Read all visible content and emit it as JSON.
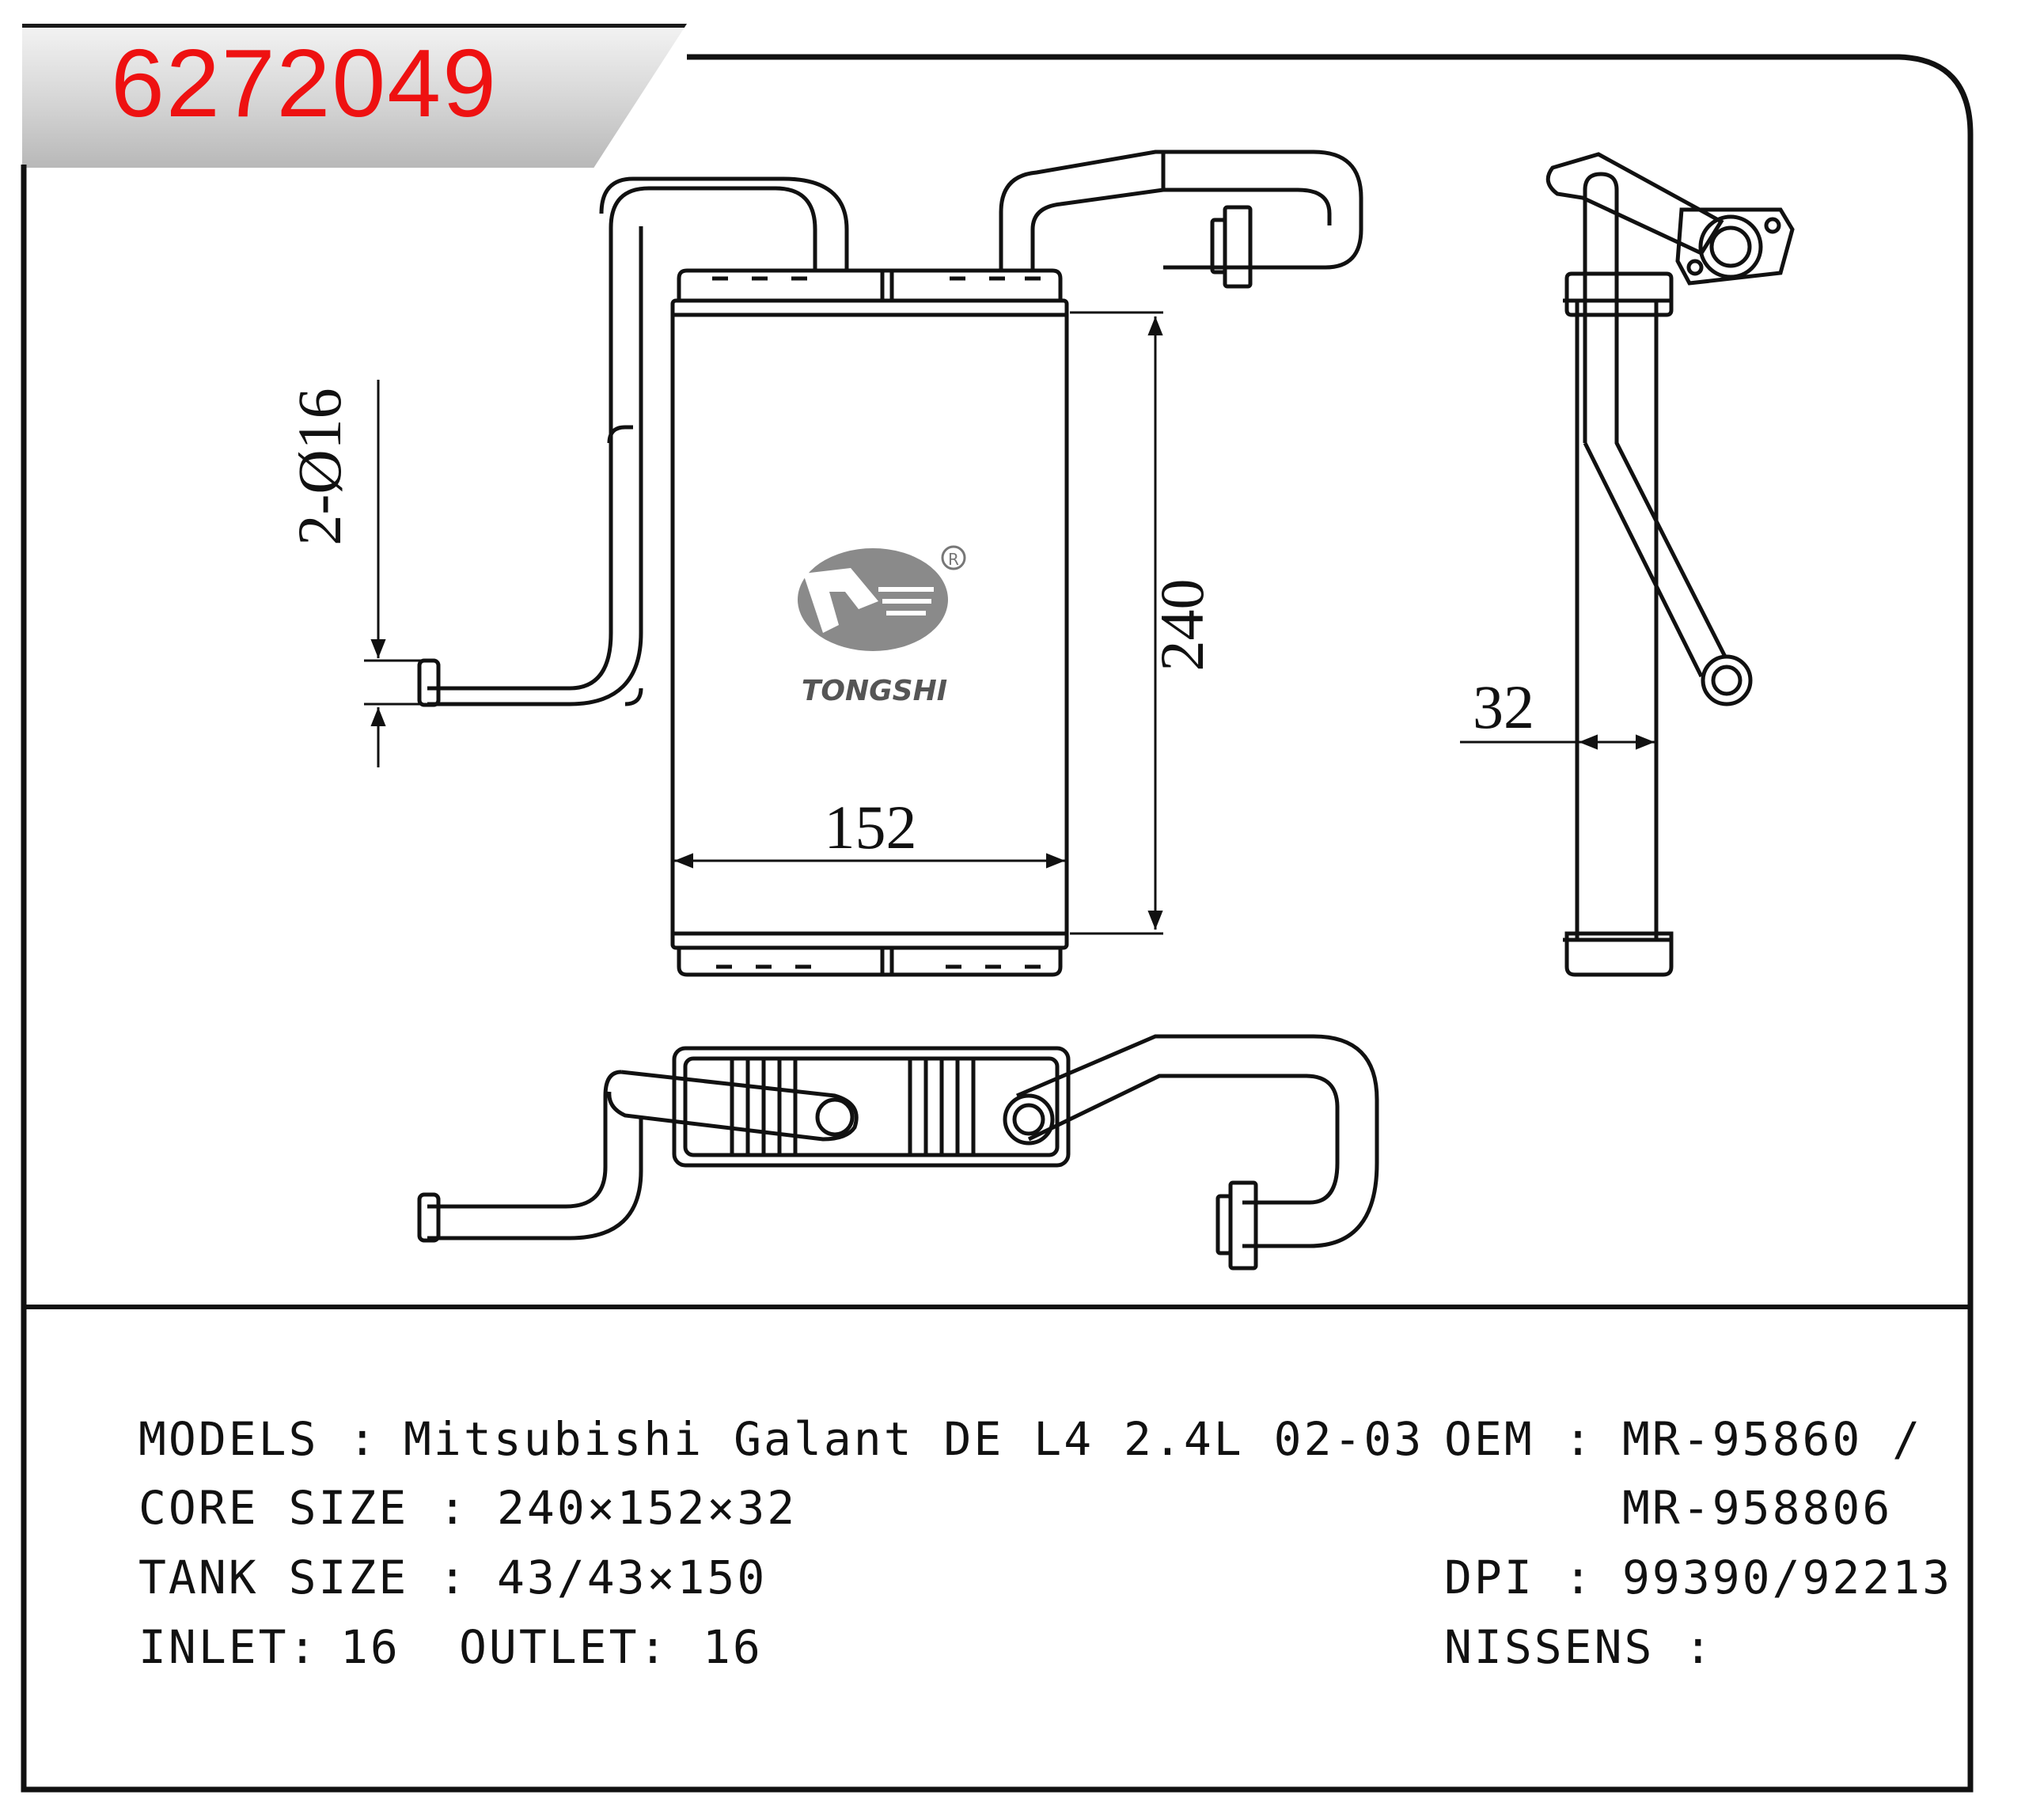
{
  "header": {
    "part_number": "6272049"
  },
  "drawing": {
    "dimensions": {
      "height": "240",
      "width": "152",
      "depth": "32",
      "pipe_callout": "2-Ø16"
    },
    "logo": {
      "brand": "TONGSHI",
      "registered_mark": "R"
    }
  },
  "specs": {
    "models_label": "MODELS :",
    "models_value": "Mitsubishi Galant DE L4 2.4L 02-03",
    "core_label": "CORE SIZE :",
    "core_value": "240×152×32",
    "tank_label": "TANK SIZE :",
    "tank_value": "43/43×150",
    "inlet_label": "INLET:",
    "inlet_value": "16",
    "outlet_label": "OUTLET:",
    "outlet_value": "16",
    "oem_label": "OEM :",
    "oem_value_1": "MR-95860 /",
    "oem_value_2": "MR-958806",
    "dpi_label": "DPI :",
    "dpi_value": "99390/92213",
    "nissens_label": "NISSENS :",
    "nissens_value": ""
  },
  "colors": {
    "part_number": "#ee1111",
    "line": "#111111",
    "logo": "#777777"
  }
}
